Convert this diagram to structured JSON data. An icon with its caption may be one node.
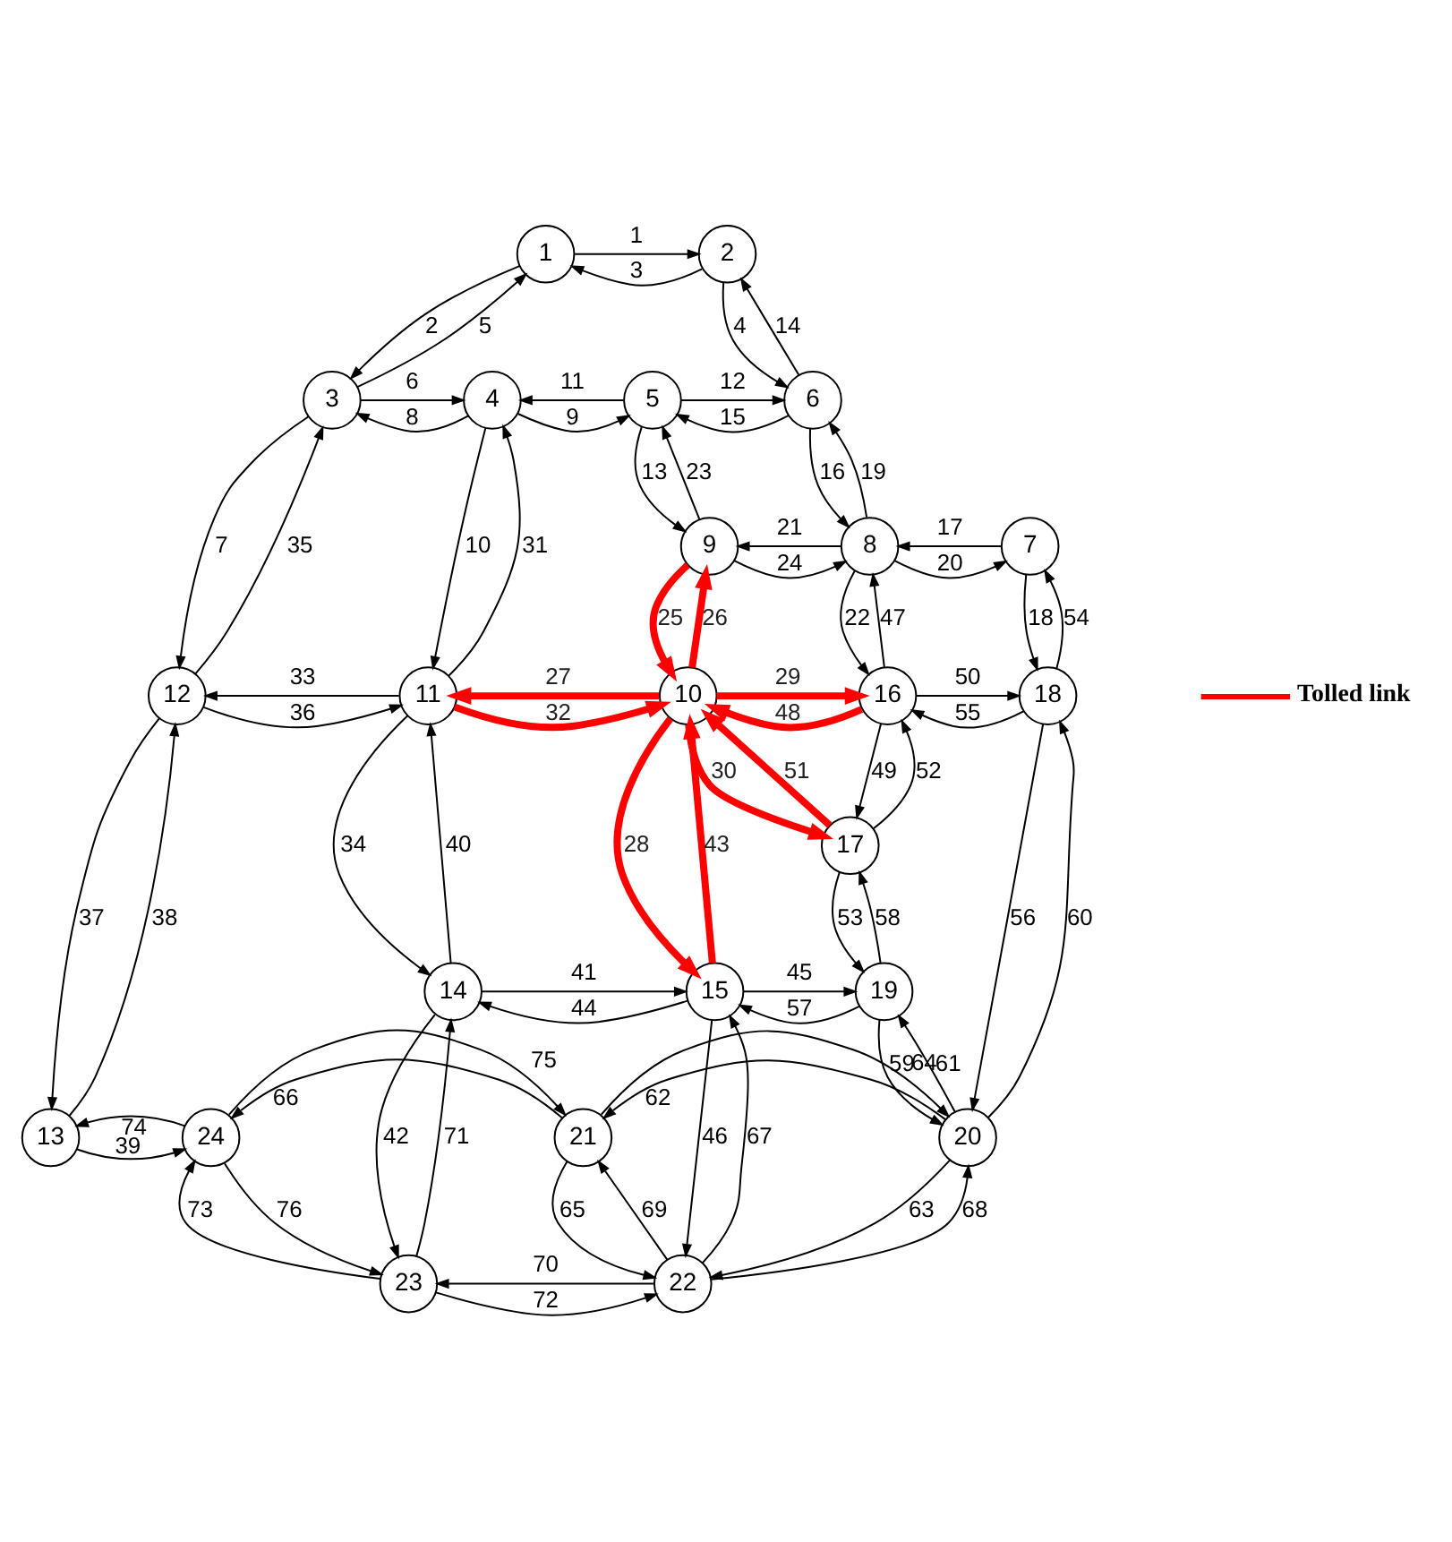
{
  "diagram": {
    "nodes": [
      {
        "text": [
          "1"
        ]
      },
      {
        "text": [
          "2"
        ]
      },
      {
        "text": [
          "3"
        ]
      },
      {
        "text": [
          "4"
        ]
      },
      {
        "text": [
          "5"
        ]
      },
      {
        "text": [
          "6"
        ]
      },
      {
        "text": [
          "7"
        ]
      },
      {
        "text": [
          "8"
        ]
      },
      {
        "text": [
          "9"
        ]
      },
      {
        "text": [
          "10"
        ]
      },
      {
        "text": [
          "11"
        ]
      },
      {
        "text": [
          "12"
        ]
      },
      {
        "text": [
          "13"
        ]
      },
      {
        "text": [
          "14"
        ]
      },
      {
        "text": [
          "15"
        ]
      },
      {
        "text": [
          "16"
        ]
      },
      {
        "text": [
          "17"
        ]
      },
      {
        "text": [
          "18"
        ]
      },
      {
        "text": [
          "19"
        ]
      },
      {
        "text": [
          "20"
        ]
      },
      {
        "text": [
          "21"
        ]
      },
      {
        "text": [
          "22"
        ]
      },
      {
        "text": [
          "23"
        ]
      },
      {
        "text": [
          "24"
        ]
      }
    ],
    "edges": [
      {
        "from": 0,
        "to": 1,
        "arrow": "to",
        "label": "1"
      },
      {
        "from": 0,
        "to": 2,
        "arrow": "to",
        "label": "2"
      },
      {
        "from": 1,
        "to": 0,
        "arrow": "to",
        "label": "3"
      },
      {
        "from": 1,
        "to": 5,
        "arrow": "to",
        "label": "4"
      },
      {
        "from": 2,
        "to": 0,
        "arrow": "to",
        "label": "5"
      },
      {
        "from": 2,
        "to": 3,
        "arrow": "to",
        "label": "6"
      },
      {
        "from": 2,
        "to": 11,
        "arrow": "to",
        "label": "7"
      },
      {
        "from": 3,
        "to": 2,
        "arrow": "to",
        "label": "8"
      },
      {
        "from": 3,
        "to": 4,
        "arrow": "to",
        "label": "9"
      },
      {
        "from": 3,
        "to": 10,
        "arrow": "to",
        "label": "10"
      },
      {
        "from": 4,
        "to": 3,
        "arrow": "to",
        "label": "11"
      },
      {
        "from": 4,
        "to": 5,
        "arrow": "to",
        "label": "12"
      },
      {
        "from": 4,
        "to": 8,
        "arrow": "to",
        "label": "13"
      },
      {
        "from": 5,
        "to": 1,
        "arrow": "to",
        "label": "14"
      },
      {
        "from": 5,
        "to": 4,
        "arrow": "to",
        "label": "15"
      },
      {
        "from": 5,
        "to": 7,
        "arrow": "to",
        "label": "16"
      },
      {
        "from": 6,
        "to": 7,
        "arrow": "to",
        "label": "17"
      },
      {
        "from": 6,
        "to": 17,
        "arrow": "to",
        "label": "18"
      },
      {
        "from": 7,
        "to": 5,
        "arrow": "to",
        "label": "19"
      },
      {
        "from": 7,
        "to": 6,
        "arrow": "to",
        "label": "20"
      },
      {
        "from": 7,
        "to": 8,
        "arrow": "to",
        "label": "21"
      },
      {
        "from": 7,
        "to": 15,
        "arrow": "to",
        "label": "22"
      },
      {
        "from": 8,
        "to": 4,
        "arrow": "to",
        "label": "23"
      },
      {
        "from": 8,
        "to": 7,
        "arrow": "to",
        "label": "24"
      },
      {
        "from": 8,
        "to": 9,
        "arrow": "to",
        "label": "25",
        "style": "thick",
        "color": "#ff0000"
      },
      {
        "from": 9,
        "to": 8,
        "arrow": "to",
        "label": "26",
        "style": "thick",
        "color": "#ff0000"
      },
      {
        "from": 9,
        "to": 10,
        "arrow": "to",
        "label": "27",
        "style": "thick",
        "color": "#ff0000"
      },
      {
        "from": 9,
        "to": 14,
        "arrow": "to",
        "label": "28",
        "style": "thick",
        "color": "#ff0000"
      },
      {
        "from": 9,
        "to": 15,
        "arrow": "to",
        "label": "29",
        "style": "thick",
        "color": "#ff0000"
      },
      {
        "from": 9,
        "to": 16,
        "arrow": "to",
        "label": "30",
        "style": "thick",
        "color": "#ff0000"
      },
      {
        "from": 10,
        "to": 3,
        "arrow": "to",
        "label": "31"
      },
      {
        "from": 10,
        "to": 9,
        "arrow": "to",
        "label": "32",
        "style": "thick",
        "color": "#ff0000"
      },
      {
        "from": 10,
        "to": 11,
        "arrow": "to",
        "label": "33"
      },
      {
        "from": 10,
        "to": 13,
        "arrow": "to",
        "label": "34"
      },
      {
        "from": 11,
        "to": 2,
        "arrow": "to",
        "label": "35"
      },
      {
        "from": 11,
        "to": 10,
        "arrow": "to",
        "label": "36"
      },
      {
        "from": 11,
        "to": 12,
        "arrow": "to",
        "label": "37"
      },
      {
        "from": 12,
        "to": 11,
        "arrow": "to",
        "label": "38"
      },
      {
        "from": 12,
        "to": 23,
        "arrow": "to",
        "label": "39"
      },
      {
        "from": 13,
        "to": 10,
        "arrow": "to",
        "label": "40"
      },
      {
        "from": 13,
        "to": 14,
        "arrow": "to",
        "label": "41"
      },
      {
        "from": 13,
        "to": 22,
        "arrow": "to",
        "label": "42"
      },
      {
        "from": 14,
        "to": 9,
        "arrow": "to",
        "label": "43",
        "style": "thick",
        "color": "#ff0000"
      },
      {
        "from": 14,
        "to": 13,
        "arrow": "to",
        "label": "44"
      },
      {
        "from": 14,
        "to": 18,
        "arrow": "to",
        "label": "45"
      },
      {
        "from": 14,
        "to": 21,
        "arrow": "to",
        "label": "46"
      },
      {
        "from": 15,
        "to": 7,
        "arrow": "to",
        "label": "47"
      },
      {
        "from": 15,
        "to": 9,
        "arrow": "to",
        "label": "48",
        "style": "thick",
        "color": "#ff0000"
      },
      {
        "from": 15,
        "to": 16,
        "arrow": "to",
        "label": "49"
      },
      {
        "from": 15,
        "to": 17,
        "arrow": "to",
        "label": "50"
      },
      {
        "from": 16,
        "to": 9,
        "arrow": "to",
        "label": "51",
        "style": "thick",
        "color": "#ff0000"
      },
      {
        "from": 16,
        "to": 15,
        "arrow": "to",
        "label": "52"
      },
      {
        "from": 16,
        "to": 18,
        "arrow": "to",
        "label": "53"
      },
      {
        "from": 17,
        "to": 6,
        "arrow": "to",
        "label": "54"
      },
      {
        "from": 17,
        "to": 15,
        "arrow": "to",
        "label": "55"
      },
      {
        "from": 17,
        "to": 19,
        "arrow": "to",
        "label": "56"
      },
      {
        "from": 18,
        "to": 14,
        "arrow": "to",
        "label": "57"
      },
      {
        "from": 18,
        "to": 16,
        "arrow": "to",
        "label": "58"
      },
      {
        "from": 18,
        "to": 19,
        "arrow": "to",
        "label": "59"
      },
      {
        "from": 19,
        "to": 17,
        "arrow": "to",
        "label": "60"
      },
      {
        "from": 19,
        "to": 18,
        "arrow": "to",
        "label": "61"
      },
      {
        "from": 19,
        "to": 20,
        "arrow": "to",
        "label": "62"
      },
      {
        "from": 19,
        "to": 21,
        "arrow": "to",
        "label": "63"
      },
      {
        "from": 20,
        "to": 19,
        "arrow": "to",
        "label": "64"
      },
      {
        "from": 20,
        "to": 21,
        "arrow": "to",
        "label": "65"
      },
      {
        "from": 20,
        "to": 23,
        "arrow": "to",
        "label": "66"
      },
      {
        "from": 21,
        "to": 14,
        "arrow": "to",
        "label": "67"
      },
      {
        "from": 21,
        "to": 19,
        "arrow": "to",
        "label": "68"
      },
      {
        "from": 21,
        "to": 20,
        "arrow": "to",
        "label": "69"
      },
      {
        "from": 21,
        "to": 22,
        "arrow": "to",
        "label": "70"
      },
      {
        "from": 22,
        "to": 13,
        "arrow": "to",
        "label": "71"
      },
      {
        "from": 22,
        "to": 21,
        "arrow": "to",
        "label": "72"
      },
      {
        "from": 22,
        "to": 23,
        "arrow": "to",
        "label": "73"
      },
      {
        "from": 23,
        "to": 12,
        "arrow": "to",
        "label": "74"
      },
      {
        "from": 23,
        "to": 20,
        "arrow": "to",
        "label": "75"
      },
      {
        "from": 23,
        "to": 22,
        "arrow": "to",
        "label": "76"
      }
    ],
    "legend": [
      {
        "text": "Tolled link"
      }
    ]
  }
}
